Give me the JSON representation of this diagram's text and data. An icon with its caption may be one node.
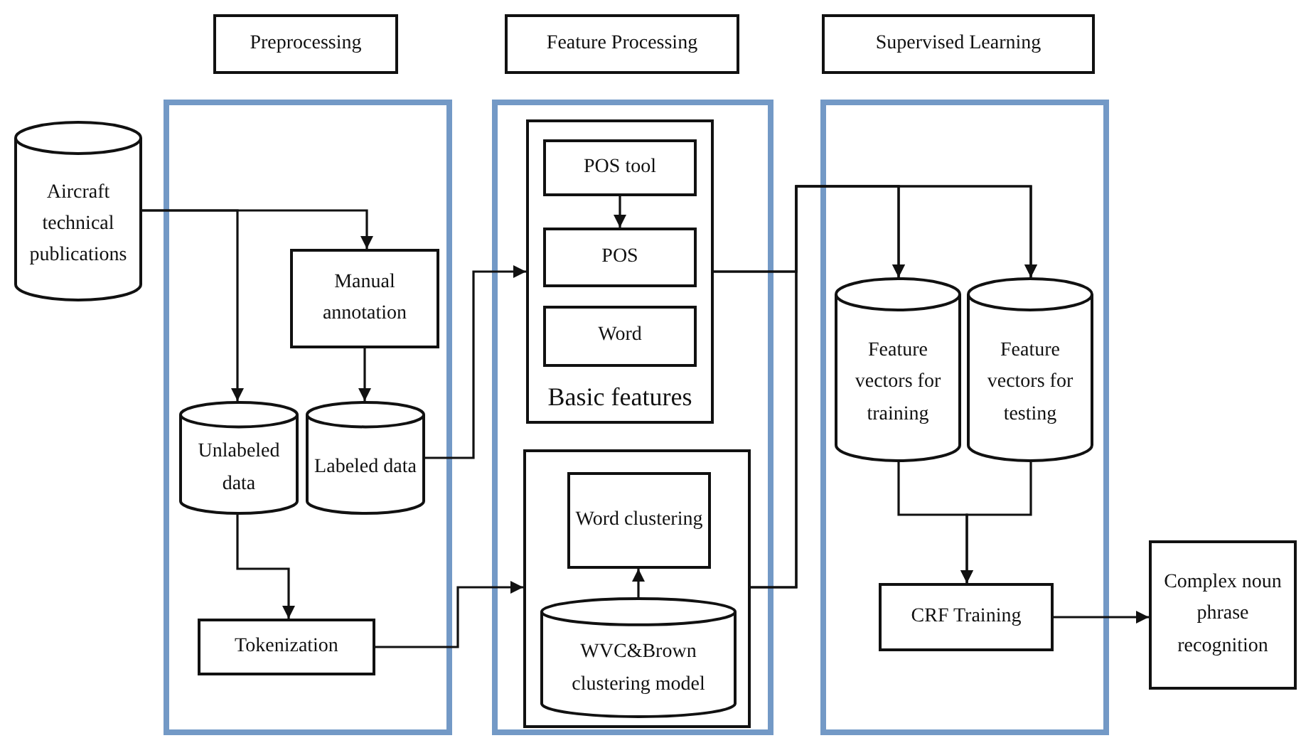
{
  "diagram": {
    "nodes": [
      {
        "text": [
          "Preprocessing"
        ]
      },
      {
        "text": [
          "Feature Processing"
        ]
      },
      {
        "text": [
          "Supervised Learning"
        ]
      },
      {
        "text": [
          "Aircraft technical publications"
        ]
      },
      {
        "text": [],
        "shape": "box"
      },
      {
        "text": [
          "Manual annotation"
        ],
        "in": 4
      },
      {
        "text": [
          "Unlabeled data"
        ],
        "in": 4
      },
      {
        "text": [
          "Labeled data"
        ],
        "in": 4
      },
      {
        "text": [
          "Tokenization"
        ],
        "in": 4
      },
      {
        "text": [],
        "shape": "box"
      },
      {
        "text": [
          "Basic features"
        ],
        "in": 9
      },
      {
        "text": [
          "POS tool"
        ],
        "in": 10
      },
      {
        "text": [
          "POS"
        ],
        "in": 10
      },
      {
        "text": [
          "Word"
        ],
        "in": 10
      },
      {
        "text": [],
        "shape": "box",
        "in": 9
      },
      {
        "text": [
          "Word clustering"
        ],
        "in": 14
      },
      {
        "text": [
          "WVC&Brown clustering model"
        ],
        "in": 14
      },
      {
        "text": [],
        "shape": "box"
      },
      {
        "text": [
          "Feature vectors for training"
        ],
        "in": 17
      },
      {
        "text": [
          "Feature vectors for testing"
        ],
        "in": 17
      },
      {
        "text": [
          "CRF Training"
        ],
        "in": 17
      },
      {
        "text": [
          "Complex noun phrase recognition"
        ]
      }
    ],
    "edges": [
      {
        "from": 3,
        "to": 5,
        "arrow": "to"
      },
      {
        "from": 3,
        "to": 6,
        "arrow": "to"
      },
      {
        "from": 5,
        "to": 7,
        "arrow": "to"
      },
      {
        "from": 6,
        "to": 8,
        "arrow": "to"
      },
      {
        "from": 7,
        "to": 10,
        "arrow": "to"
      },
      {
        "from": 8,
        "to": 14,
        "arrow": "to"
      },
      {
        "from": 11,
        "to": 12,
        "arrow": "to"
      },
      {
        "from": 16,
        "to": 15,
        "arrow": "to"
      },
      {
        "from": 10,
        "to": 18,
        "arrow": "to"
      },
      {
        "from": 10,
        "to": 19,
        "arrow": "to"
      },
      {
        "from": 14,
        "to": 18,
        "arrow": "to"
      },
      {
        "from": 14,
        "to": 19,
        "arrow": "to"
      },
      {
        "from": 18,
        "to": 20,
        "arrow": "to"
      },
      {
        "from": 19,
        "to": 20,
        "arrow": "to"
      },
      {
        "from": 20,
        "to": 21,
        "arrow": "to"
      }
    ]
  }
}
